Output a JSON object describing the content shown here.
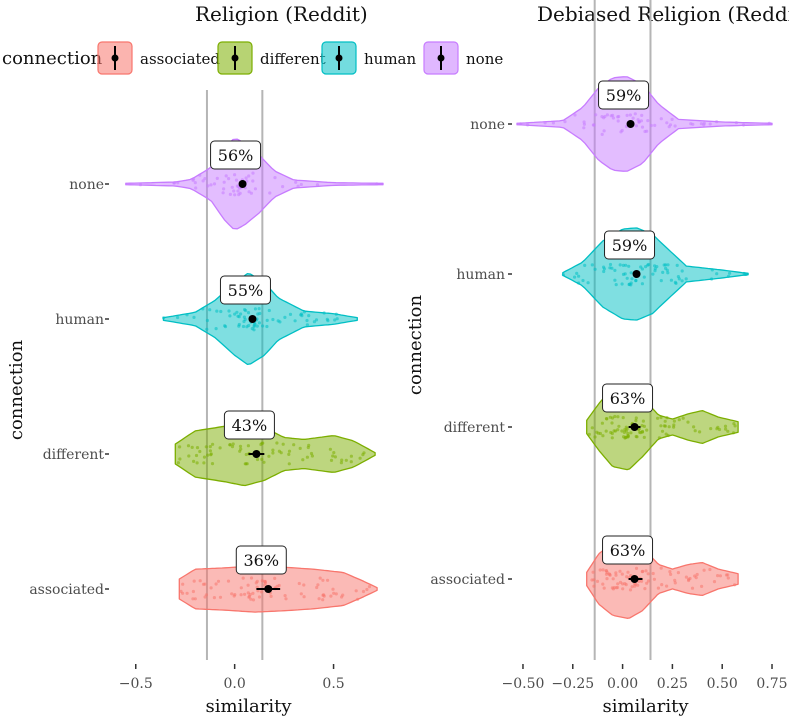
{
  "legend": {
    "title": "connection",
    "entries": [
      {
        "key": "associated",
        "label": "associated",
        "color": "#F8766D"
      },
      {
        "key": "different",
        "label": "different",
        "color": "#7CAE00"
      },
      {
        "key": "human",
        "label": "human",
        "color": "#00BFC4"
      },
      {
        "key": "none",
        "label": "none",
        "color": "#C77CFF"
      }
    ]
  },
  "chart_data": [
    {
      "type": "violin",
      "title": "Religion (Reddit)",
      "xlabel": "similarity",
      "ylabel": "connection",
      "xlim": [
        -0.62,
        0.76
      ],
      "xticks": [
        -0.5,
        0,
        0.5
      ],
      "xtick_labels": [
        "−0.5",
        "0.0",
        "0.5"
      ],
      "reference_lines": [
        -0.14,
        0.14
      ],
      "categories": [
        "none",
        "human",
        "different",
        "associated"
      ],
      "series": [
        {
          "category": "none",
          "color": "#C77CFF",
          "percent_label": "56%",
          "mean": 0.04,
          "ci": [
            0.03,
            0.05
          ],
          "range": [
            -0.55,
            0.75
          ],
          "density": [
            [
              -0.55,
              0.01
            ],
            [
              -0.3,
              0.03
            ],
            [
              -0.22,
              0.07
            ],
            [
              -0.12,
              0.25
            ],
            [
              -0.05,
              0.55
            ],
            [
              0.0,
              0.7
            ],
            [
              0.05,
              0.62
            ],
            [
              0.12,
              0.45
            ],
            [
              0.2,
              0.2
            ],
            [
              0.3,
              0.06
            ],
            [
              0.5,
              0.02
            ],
            [
              0.75,
              0.01
            ]
          ]
        },
        {
          "category": "human",
          "color": "#00BFC4",
          "percent_label": "55%",
          "mean": 0.09,
          "ci": [
            0.08,
            0.1
          ],
          "range": [
            -0.36,
            0.62
          ],
          "density": [
            [
              -0.36,
              0.02
            ],
            [
              -0.2,
              0.1
            ],
            [
              -0.1,
              0.28
            ],
            [
              0.0,
              0.55
            ],
            [
              0.07,
              0.7
            ],
            [
              0.15,
              0.55
            ],
            [
              0.22,
              0.32
            ],
            [
              0.35,
              0.12
            ],
            [
              0.5,
              0.08
            ],
            [
              0.62,
              0.02
            ]
          ]
        },
        {
          "category": "different",
          "color": "#7CAE00",
          "percent_label": "43%",
          "mean": 0.11,
          "ci": [
            0.07,
            0.15
          ],
          "range": [
            -0.3,
            0.71
          ],
          "density": [
            [
              -0.3,
              0.15
            ],
            [
              -0.2,
              0.35
            ],
            [
              -0.05,
              0.42
            ],
            [
              0.05,
              0.48
            ],
            [
              0.15,
              0.4
            ],
            [
              0.25,
              0.25
            ],
            [
              0.35,
              0.22
            ],
            [
              0.5,
              0.28
            ],
            [
              0.6,
              0.2
            ],
            [
              0.71,
              0.02
            ]
          ]
        },
        {
          "category": "associated",
          "color": "#F8766D",
          "percent_label": "36%",
          "mean": 0.17,
          "ci": [
            0.11,
            0.23
          ],
          "range": [
            -0.28,
            0.72
          ],
          "density": [
            [
              -0.28,
              0.15
            ],
            [
              -0.2,
              0.3
            ],
            [
              -0.05,
              0.32
            ],
            [
              0.1,
              0.35
            ],
            [
              0.25,
              0.33
            ],
            [
              0.4,
              0.3
            ],
            [
              0.55,
              0.25
            ],
            [
              0.65,
              0.12
            ],
            [
              0.72,
              0.02
            ]
          ]
        }
      ]
    },
    {
      "type": "violin",
      "title": "Debiased Religion (Reddit)",
      "xlabel": "similarity",
      "ylabel": "connection",
      "xlim": [
        -0.54,
        0.77
      ],
      "xticks": [
        -0.5,
        -0.25,
        0,
        0.25,
        0.5,
        0.75
      ],
      "xtick_labels": [
        "−0.50",
        "−0.25",
        "0.00",
        "0.25",
        "0.50",
        "0.75"
      ],
      "reference_lines": [
        -0.14,
        0.14
      ],
      "categories": [
        "none",
        "human",
        "different",
        "associated"
      ],
      "series": [
        {
          "category": "none",
          "color": "#C77CFF",
          "percent_label": "59%",
          "mean": 0.04,
          "ci": [
            0.03,
            0.05
          ],
          "range": [
            -0.53,
            0.75
          ],
          "density": [
            [
              -0.53,
              0.01
            ],
            [
              -0.3,
              0.05
            ],
            [
              -0.2,
              0.25
            ],
            [
              -0.12,
              0.55
            ],
            [
              -0.05,
              0.7
            ],
            [
              0.02,
              0.72
            ],
            [
              0.1,
              0.6
            ],
            [
              0.18,
              0.3
            ],
            [
              0.28,
              0.07
            ],
            [
              0.5,
              0.03
            ],
            [
              0.75,
              0.01
            ]
          ]
        },
        {
          "category": "human",
          "color": "#00BFC4",
          "percent_label": "59%",
          "mean": 0.07,
          "ci": [
            0.06,
            0.08
          ],
          "range": [
            -0.3,
            0.63
          ],
          "density": [
            [
              -0.3,
              0.02
            ],
            [
              -0.2,
              0.18
            ],
            [
              -0.1,
              0.5
            ],
            [
              0.0,
              0.68
            ],
            [
              0.07,
              0.7
            ],
            [
              0.15,
              0.6
            ],
            [
              0.22,
              0.4
            ],
            [
              0.32,
              0.12
            ],
            [
              0.5,
              0.06
            ],
            [
              0.63,
              0.01
            ]
          ]
        },
        {
          "category": "different",
          "color": "#7CAE00",
          "percent_label": "63%",
          "mean": 0.06,
          "ci": [
            0.03,
            0.09
          ],
          "range": [
            -0.18,
            0.58
          ],
          "density": [
            [
              -0.18,
              0.1
            ],
            [
              -0.12,
              0.35
            ],
            [
              -0.05,
              0.6
            ],
            [
              0.03,
              0.65
            ],
            [
              0.1,
              0.45
            ],
            [
              0.18,
              0.18
            ],
            [
              0.25,
              0.12
            ],
            [
              0.33,
              0.2
            ],
            [
              0.4,
              0.25
            ],
            [
              0.48,
              0.15
            ],
            [
              0.58,
              0.08
            ]
          ]
        },
        {
          "category": "associated",
          "color": "#F8766D",
          "percent_label": "63%",
          "mean": 0.06,
          "ci": [
            0.03,
            0.1
          ],
          "range": [
            -0.18,
            0.58
          ],
          "density": [
            [
              -0.18,
              0.1
            ],
            [
              -0.12,
              0.38
            ],
            [
              -0.05,
              0.55
            ],
            [
              0.03,
              0.6
            ],
            [
              0.1,
              0.48
            ],
            [
              0.18,
              0.22
            ],
            [
              0.25,
              0.15
            ],
            [
              0.33,
              0.22
            ],
            [
              0.4,
              0.25
            ],
            [
              0.48,
              0.15
            ],
            [
              0.58,
              0.08
            ]
          ]
        }
      ]
    }
  ]
}
